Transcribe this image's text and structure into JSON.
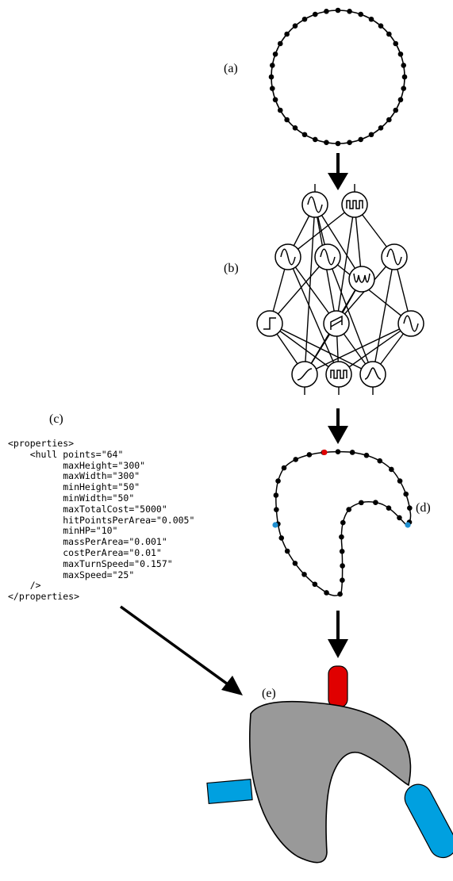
{
  "labels": {
    "a": "(a)",
    "b": "(b)",
    "c": "(c)",
    "d": "(d)",
    "e": "(e)"
  },
  "xml": {
    "lines": [
      "<properties>",
      "    <hull points=\"64\"",
      "          maxHeight=\"300\"",
      "          maxWidth=\"300\"",
      "          minHeight=\"50\"",
      "          minWidth=\"50\"",
      "          maxTotalCost=\"5000\"",
      "          hitPointsPerArea=\"0.005\"",
      "          minHP=\"10\"",
      "          massPerArea=\"0.001\"",
      "          costPerArea=\"0.01\"",
      "          maxTurnSpeed=\"0.157\"",
      "          maxSpeed=\"25\"",
      "    />",
      "</properties>"
    ]
  },
  "network": {
    "layers": [
      [
        "sine-icon",
        "square-wave-icon"
      ],
      [
        "sine-icon",
        "sine-icon",
        "sine-icon",
        "abs-wave-icon"
      ],
      [
        "step-icon",
        "sawtooth-icon",
        "sine-icon"
      ],
      [
        "sigmoid-icon",
        "square-wave-icon",
        "gaussian-icon"
      ]
    ]
  },
  "colors": {
    "hull_fill": "#999999",
    "weapon_red": "#e00000",
    "thruster_blue": "#00a0e0",
    "node_red": "#e00000",
    "node_blue": "#1f8fd0",
    "ink": "#000000"
  }
}
